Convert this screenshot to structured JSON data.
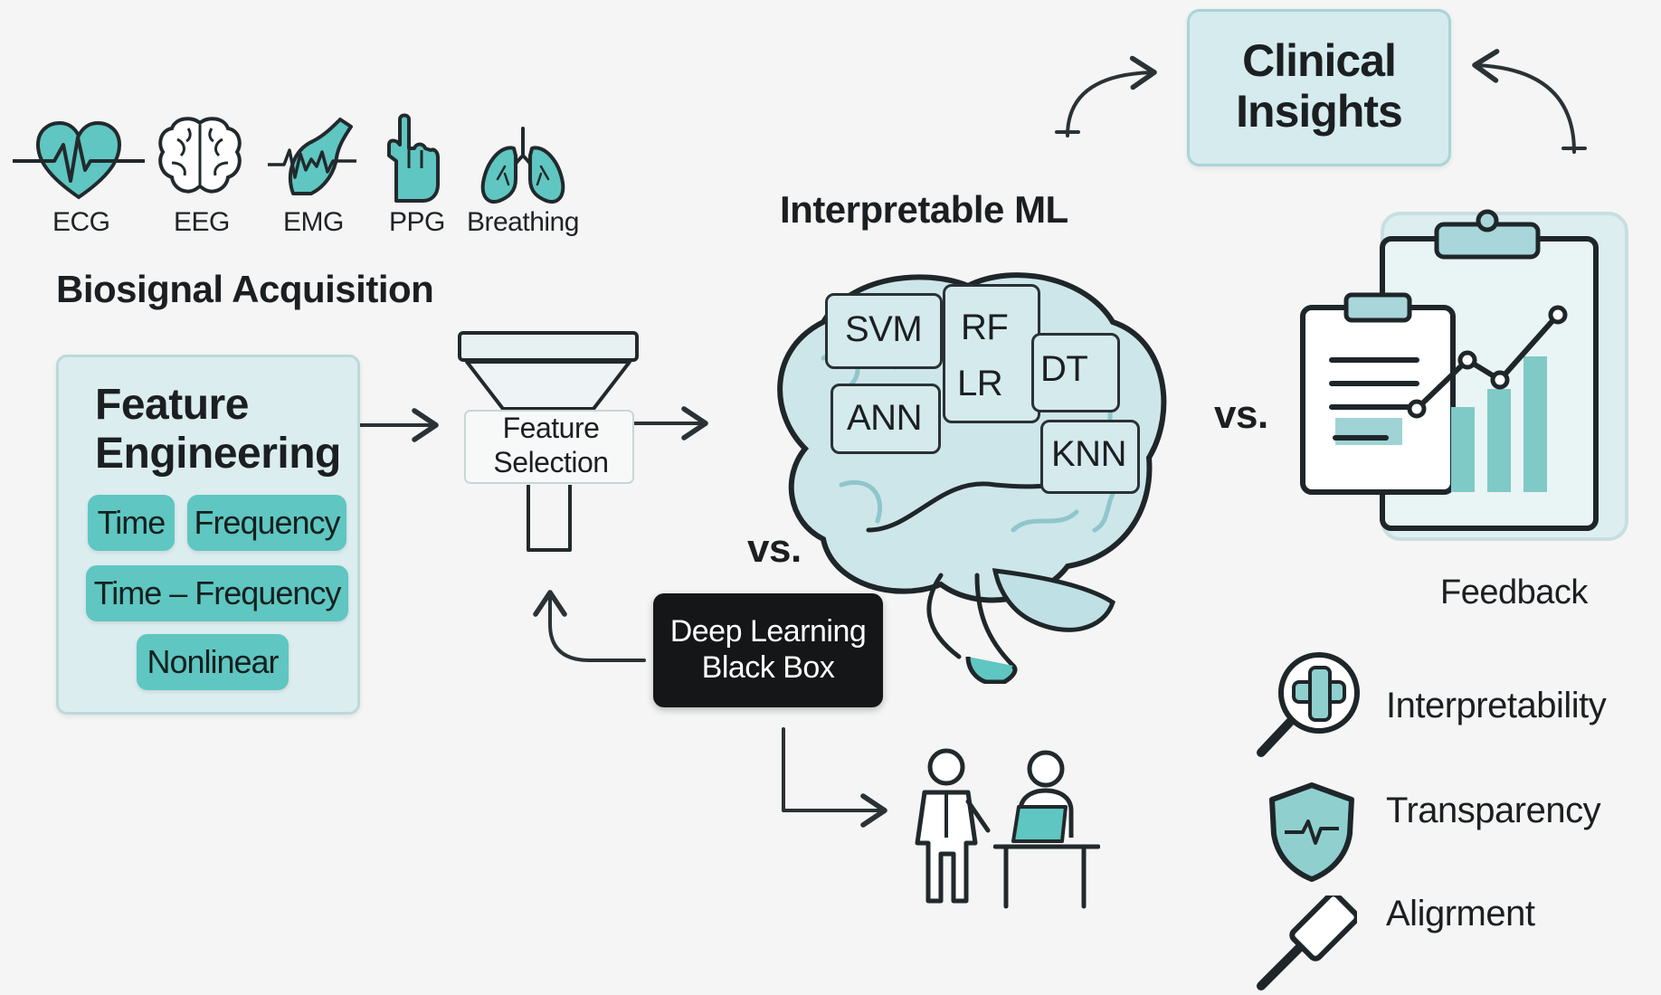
{
  "biosignals": {
    "title": "Biosignal Acquisition",
    "signals": [
      {
        "label": "ECG",
        "icon": "heart-ecg-icon"
      },
      {
        "label": "EEG",
        "icon": "brain-icon"
      },
      {
        "label": "EMG",
        "icon": "muscle-arm-icon"
      },
      {
        "label": "PPG",
        "icon": "finger-icon"
      },
      {
        "label": "Breathing",
        "icon": "lungs-icon"
      }
    ]
  },
  "feature_engineering": {
    "title_line1": "Feature",
    "title_line2": "Engineering",
    "pills": [
      "Time",
      "Frequency",
      "Time – Frequency",
      "Nonlinear"
    ]
  },
  "feature_selection": {
    "line1": "Feature",
    "line2": "Selection"
  },
  "interpretable_ml": {
    "title": "Interpretable ML",
    "algorithms": [
      "SVM",
      "RF",
      "DT",
      "LR",
      "ANN",
      "KNN"
    ]
  },
  "deep_learning": {
    "line1": "Deep Learning",
    "line2": "Black Box"
  },
  "vs_label_center": "vs.",
  "vs_label_right": "vs.",
  "clinical_insights": {
    "line1": "Clinical",
    "line2": "Insights"
  },
  "feedback_label": "Feedback",
  "properties": [
    {
      "label": "Interpretability",
      "icon": "magnifier-icon"
    },
    {
      "label": "Transparency",
      "icon": "shield-icon"
    },
    {
      "label": "Aligrment",
      "icon": "gavel-icon"
    }
  ],
  "colors": {
    "teal": "#5fc6c1",
    "light_teal": "#dcedef",
    "dark": "#141617",
    "line": "#2b3236"
  }
}
